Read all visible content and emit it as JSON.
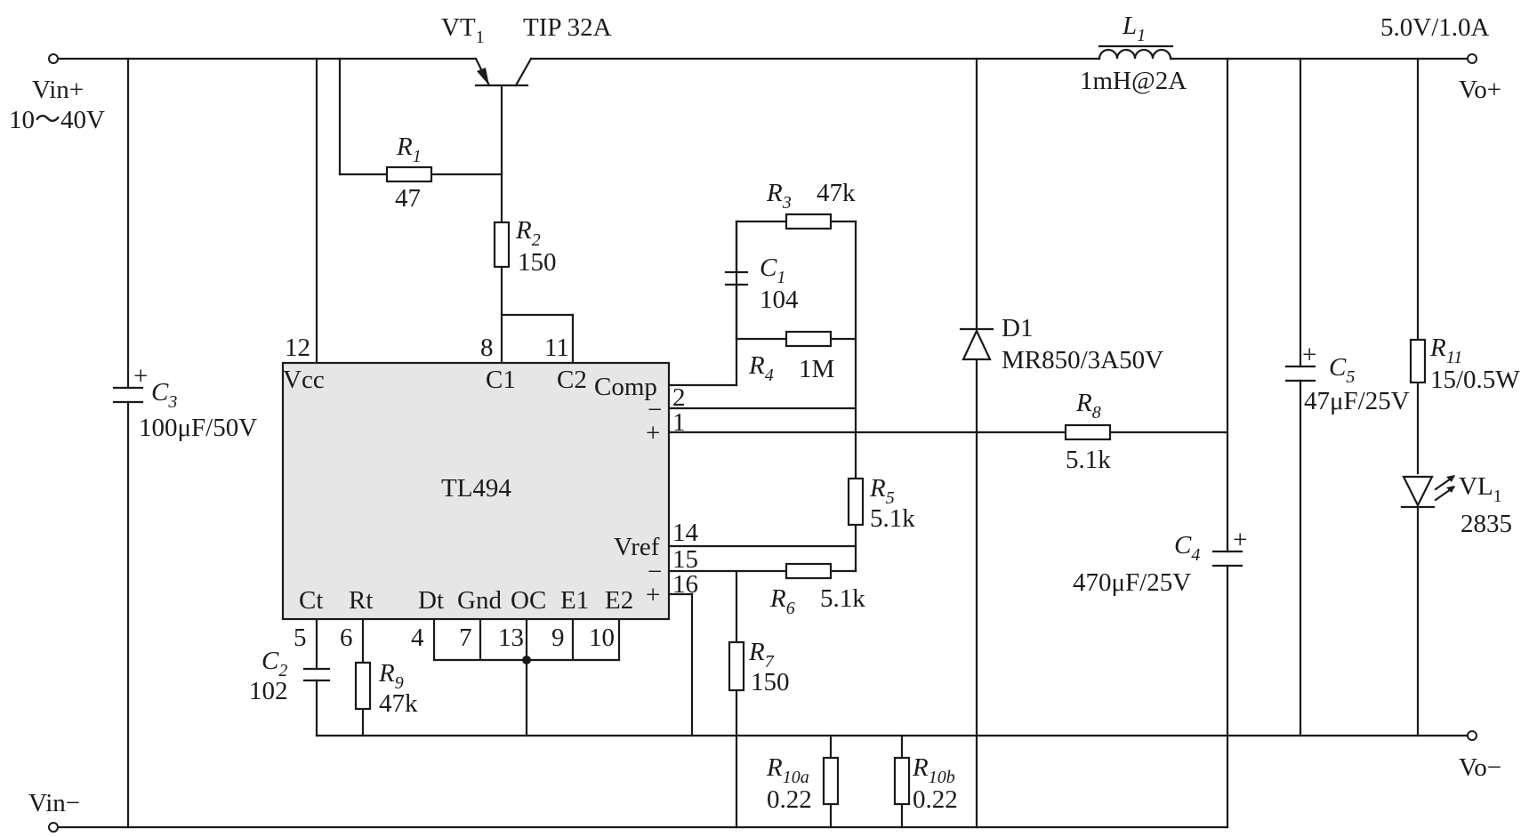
{
  "colors": {
    "line": "#1a1a1a",
    "ic_fill": "#e6e6e6",
    "background": "#ffffff"
  },
  "terminals": {
    "vin_plus": "Vin+",
    "vin_range": "10～40V",
    "vin_minus": "Vin−",
    "vo_plus": "Vo+",
    "vo_minus": "Vo−",
    "output_rating": "5.0V/1.0A"
  },
  "transistor": {
    "name": "VT",
    "sub": "1",
    "part": "TIP 32A"
  },
  "inductor": {
    "name": "L",
    "sub": "1",
    "value": "1mH@2A"
  },
  "diode": {
    "name": "D1",
    "part": "MR850/3A50V"
  },
  "led": {
    "name": "VL",
    "sub": "1",
    "part": "2835"
  },
  "ic": {
    "name": "TL494",
    "pins": {
      "vcc": "Vcc",
      "c1": "C1",
      "c2": "C2",
      "comp": "Comp",
      "vref": "Vref",
      "ct": "Ct",
      "rt": "Rt",
      "dt": "Dt",
      "gnd": "Gnd",
      "oc": "OC",
      "e1": "E1",
      "e2": "E2",
      "minus": "−",
      "plus": "+"
    },
    "pin_numbers": {
      "p12": "12",
      "p8": "8",
      "p11": "11",
      "p2": "2",
      "p1": "1",
      "p14": "14",
      "p15": "15",
      "p16": "16",
      "p5": "5",
      "p6": "6",
      "p4": "4",
      "p7": "7",
      "p13": "13",
      "p9": "9",
      "p10": "10"
    }
  },
  "resistors": {
    "r1": {
      "name": "R",
      "sub": "1",
      "value": "47"
    },
    "r2": {
      "name": "R",
      "sub": "2",
      "value": "150"
    },
    "r3": {
      "name": "R",
      "sub": "3",
      "value": "47k"
    },
    "r4": {
      "name": "R",
      "sub": "4",
      "value": "1M"
    },
    "r5": {
      "name": "R",
      "sub": "5",
      "value": "5.1k"
    },
    "r6": {
      "name": "R",
      "sub": "6",
      "value": "5.1k"
    },
    "r7": {
      "name": "R",
      "sub": "7",
      "value": "150"
    },
    "r8": {
      "name": "R",
      "sub": "8",
      "value": "5.1k"
    },
    "r9": {
      "name": "R",
      "sub": "9",
      "value": "47k"
    },
    "r10a": {
      "name": "R",
      "sub": "10a",
      "value": "0.22"
    },
    "r10b": {
      "name": "R",
      "sub": "10b",
      "value": "0.22"
    },
    "r11": {
      "name": "R",
      "sub": "11",
      "value": "15/0.5W"
    }
  },
  "capacitors": {
    "c1": {
      "name": "C",
      "sub": "1",
      "value": "104"
    },
    "c2": {
      "name": "C",
      "sub": "2",
      "value": "102"
    },
    "c3": {
      "name": "C",
      "sub": "3",
      "value": "100μF/50V",
      "polarity": "+"
    },
    "c4": {
      "name": "C",
      "sub": "4",
      "value": "470μF/25V",
      "polarity": "+"
    },
    "c5": {
      "name": "C",
      "sub": "5",
      "value": "47μF/25V",
      "polarity": "+"
    }
  }
}
